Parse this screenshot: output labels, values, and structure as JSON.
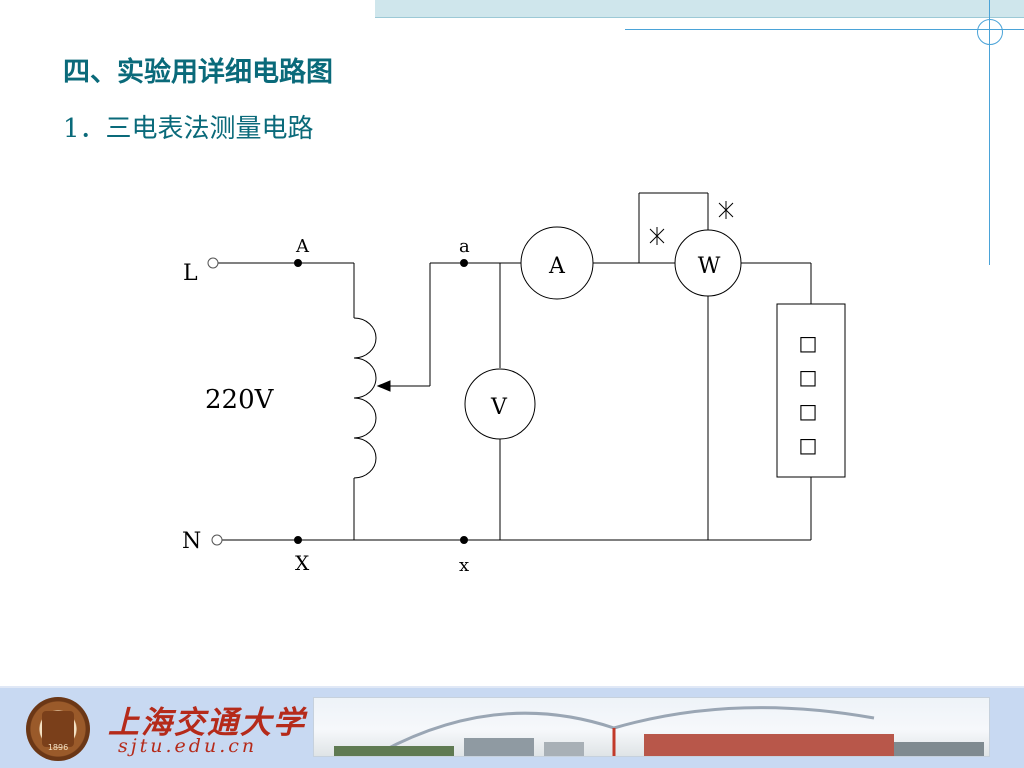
{
  "slide": {
    "title": "四、实验用详细电路图",
    "subtitle": "1．三电表法测量电路"
  },
  "diagram": {
    "terminal_L": "L",
    "terminal_N": "N",
    "node_A": "A",
    "node_a": "a",
    "node_X": "X",
    "node_x": "x",
    "voltage": "220V",
    "ammeter": "A",
    "voltmeter": "V",
    "wattmeter": "W",
    "load_chars": [
      "□",
      "□",
      "□",
      "□"
    ]
  },
  "footer": {
    "school_name": "上海交通大学",
    "school_url": "sjtu.edu.cn",
    "seal_year": "1896"
  },
  "colors": {
    "title": "#0a6a7a",
    "accent_line": "#4aa3d8",
    "footer_bg": "#c8d9f2",
    "school_red": "#b52a1a"
  }
}
